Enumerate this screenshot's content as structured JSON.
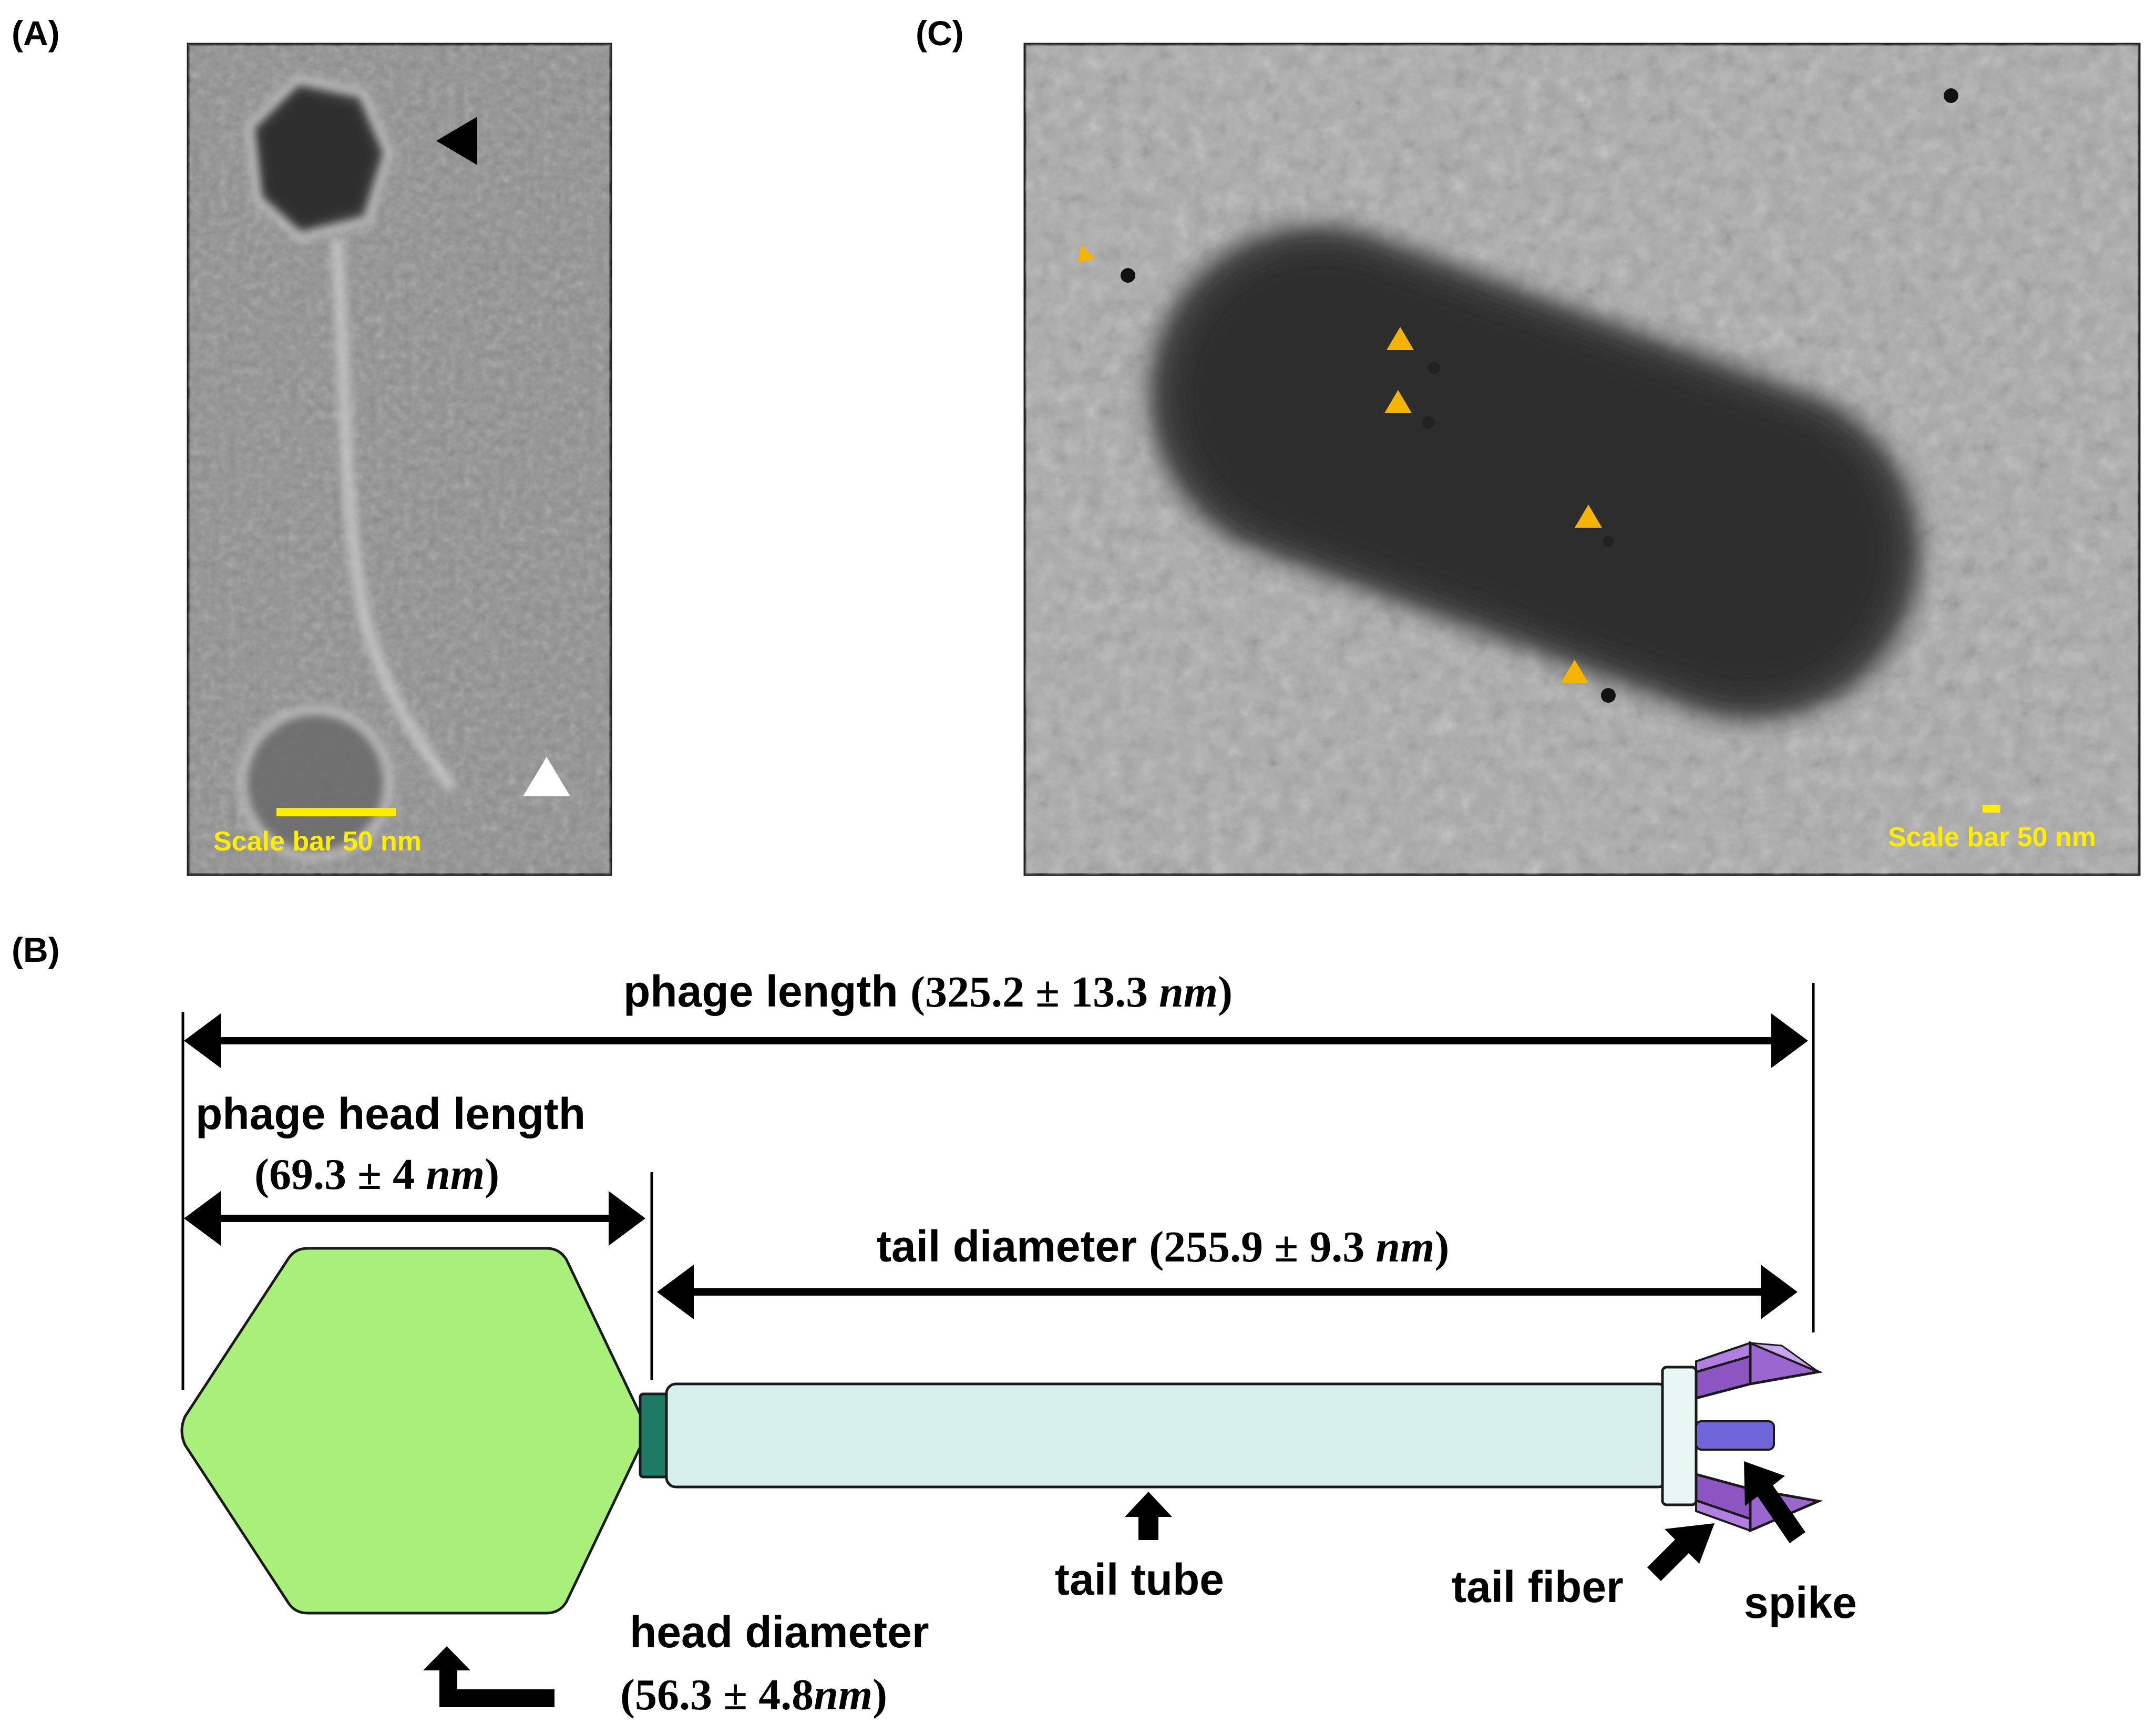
{
  "panels": {
    "a": {
      "label": "(A)",
      "scale_bar": "Scale bar 50 nm"
    },
    "b": {
      "label": "(B)"
    },
    "c": {
      "label": "(C)",
      "scale_bar": "Scale bar 50 nm"
    }
  },
  "dimensions": {
    "phage_length": {
      "name": "phage length",
      "value": "(325.2 ± 13.3 ",
      "unit": "nm",
      "close": ")"
    },
    "head_length": {
      "name": "phage head length",
      "value": "(69.3 ± 4 ",
      "unit": "nm",
      "close": ")"
    },
    "tail_diameter": {
      "name": "tail diameter",
      "value": "(255.9 ± 9.3 ",
      "unit": "nm",
      "close": ")"
    },
    "head_diameter": {
      "name": "head diameter",
      "value": "(56.3 ± 4.8",
      "unit": "nm",
      "close": ")"
    }
  },
  "parts": {
    "tail_tube": "tail tube",
    "tail_fiber": "tail fiber",
    "spike": "spike"
  },
  "colors": {
    "head_fill": "#a8f07a",
    "collar_fill": "#1f7a65",
    "tail_fill": "#d6efec",
    "baseplate_fill": "#e8f6f4",
    "fiber_fill": "#8c55c2",
    "spike_fill": "#6e66d8",
    "marker_yellow": "#f5b400",
    "scale_yellow": "#ffee00"
  }
}
